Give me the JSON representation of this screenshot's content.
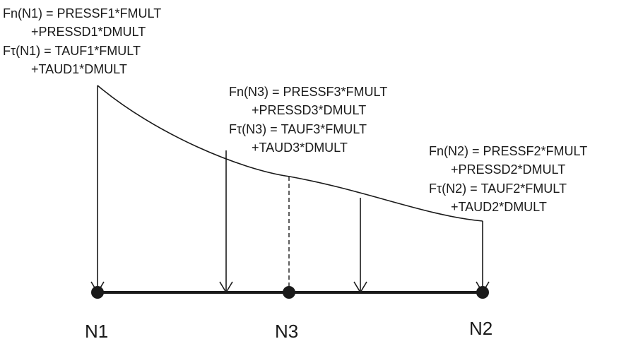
{
  "diagram": {
    "formulas": {
      "n1": {
        "line1": "Fn(N1) = PRESSF1*FMULT",
        "line2": "+PRESSD1*DMULT",
        "line3_prefix": "F",
        "line3_symbol": "τ",
        "line3_rest": "(N1) = TAUF1*FMULT",
        "line4": "+TAUD1*DMULT"
      },
      "n3": {
        "line1": "Fn(N3) = PRESSF3*FMULT",
        "line2": "+PRESSD3*DMULT",
        "line3_prefix": "F",
        "line3_symbol": "τ",
        "line3_rest": "(N3) = TAUF3*FMULT",
        "line4": "+TAUD3*DMULT"
      },
      "n2": {
        "line1": "Fn(N2) = PRESSF2*FMULT",
        "line2": "+PRESSD2*DMULT",
        "line3_prefix": "F",
        "line3_symbol": "τ",
        "line3_rest": "(N2) = TAUF2*FMULT",
        "line4": "+TAUD2*DMULT"
      }
    },
    "nodes": {
      "n1": "N1",
      "n3": "N3",
      "n2": "N2"
    },
    "colors": {
      "ink": "#1a1a1a",
      "background": "#ffffff"
    }
  }
}
